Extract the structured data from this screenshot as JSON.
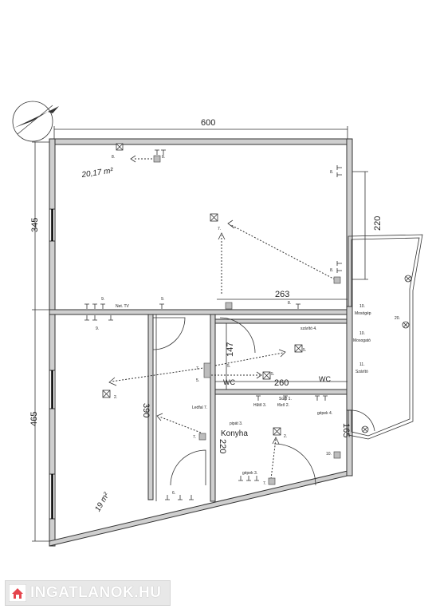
{
  "dimensions": {
    "top_width": "600",
    "left_upper_height": "345",
    "left_lower_height": "465",
    "right_recess": "220",
    "corridor_width": "263",
    "bath_height": "147",
    "kitchen_width": "260",
    "hall_height": "390",
    "kitchen_height": "220",
    "balcony_depth": "165"
  },
  "rooms": {
    "kitchen": "Konyha",
    "wc": "WC"
  },
  "labels": {
    "tv": "Net. TV",
    "szaritogep": "Szárító",
    "mosogep": "Mosógép",
    "mosogato": "Mosogató",
    "huto": "Hűtő 3.",
    "suto": "Sütő 1.",
    "fozo": "főző 2.",
    "gepek": "gépek 4.",
    "gepek3": "gépek 3.",
    "pipas": "pipát 3.",
    "led": "Ledfal 7.",
    "szarito4": "szárító 4.",
    "n10": "10.",
    "n11": "11.",
    "n20": "20.",
    "n2": "2.",
    "n5": "5.",
    "n6": "6.",
    "n7": "7.",
    "n8": "8.",
    "n9": "9."
  },
  "handwriting": {
    "top_room": "20,17 m²",
    "bottom_room": "19 m²"
  },
  "watermark": "INGATLANOK.HU"
}
